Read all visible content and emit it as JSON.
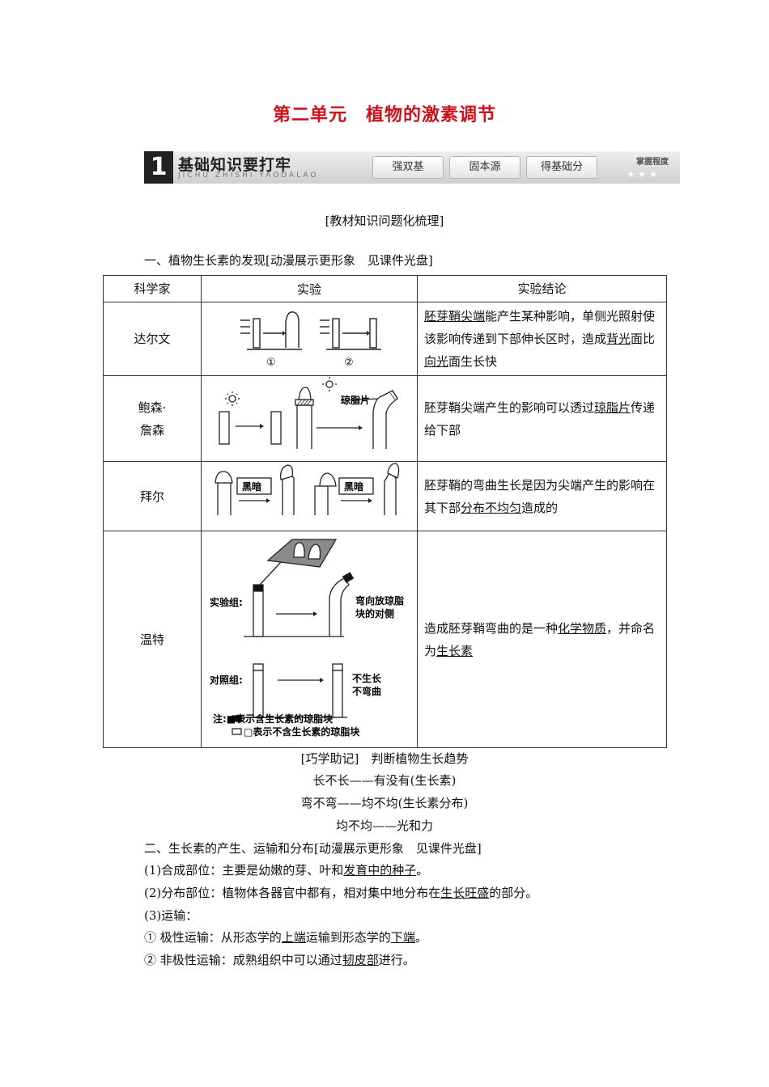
{
  "title": "第二单元　植物的激素调节",
  "banner": {
    "number": "1",
    "heading": "基础知识要打牢",
    "pinyin": "JICHU ZHISHI YAODALAO",
    "buttons": [
      "强双基",
      "固本源",
      "得基础分"
    ],
    "mastery": "掌握程度",
    "stars": "★★★"
  },
  "section_heading": "[教材知识问题化梳理]",
  "part1_heading": "一、植物生长素的发现[动漫展示更形象　见课件光盘]",
  "table": {
    "headers": [
      "科学家",
      "实验",
      "实验结论"
    ],
    "rows": [
      {
        "scientist": "达尔文",
        "diagram_labels": [
          "①",
          "②"
        ],
        "conclusion": {
          "p1": "胚芽鞘尖端",
          "p2": "能产生某种影响，单侧光照射使该影响传递到下部伸长区时，造成",
          "p3": "背光",
          "p4": "面比",
          "p5": "向光",
          "p6": "面生长快"
        }
      },
      {
        "scientist_line1": "鲍森·",
        "scientist_line2": "詹森",
        "diagram_labels": [
          "琼脂片"
        ],
        "conclusion": {
          "p1": "胚芽鞘尖端产生的影响可以透过",
          "p2": "琼脂片",
          "p3": "传递给下部"
        }
      },
      {
        "scientist": "拜尔",
        "diagram_labels": [
          "黑暗",
          "黑暗"
        ],
        "conclusion": {
          "p1": "胚芽鞘的弯曲生长是因为尖端产生的影响在其下部",
          "p2": "分布不均匀",
          "p3": "造成的"
        }
      },
      {
        "scientist": "温特",
        "diagram_labels": {
          "exp": "实验组:",
          "exp_result_1": "弯向放琼脂",
          "exp_result_2": "块的对侧",
          "ctrl": "对照组:",
          "ctrl_result_1": "不生长",
          "ctrl_result_2": "不弯曲",
          "note_1": "注:■表示含生长素的琼脂块",
          "note_2": "□表示不含生长素的琼脂块"
        },
        "conclusion": {
          "p1": "造成胚芽鞘弯曲的是一种",
          "p2": "化学物质",
          "p3": "，并命名为",
          "p4": "生长素"
        }
      }
    ]
  },
  "tips": {
    "line1": "[巧学助记]　判断植物生长趋势",
    "line2": "长不长——有没有(生长素)",
    "line3": "弯不弯——均不均(生长素分布)",
    "line4": "均不均——光和力"
  },
  "part2": {
    "heading": "二、生长素的产生、运输和分布[动漫展示更形象　见课件光盘]",
    "item1": {
      "a": "(1)合成部位：主要是幼嫩的芽、叶和",
      "u": "发育中的种子",
      "b": "。"
    },
    "item2": {
      "a": "(2)分布部位：植物体各器官中都有，相对集中地分布在",
      "u": "生长旺盛",
      "b": "的部分。"
    },
    "item3": "(3)运输：",
    "item4": {
      "a": "① 极性运输：从形态学的",
      "u1": "上端",
      "b": "运输到形态学的",
      "u2": "下端",
      "c": "。"
    },
    "item5": {
      "a": "② 非极性运输：成熟组织中可以通过",
      "u": "韧皮部",
      "b": "进行。"
    }
  }
}
